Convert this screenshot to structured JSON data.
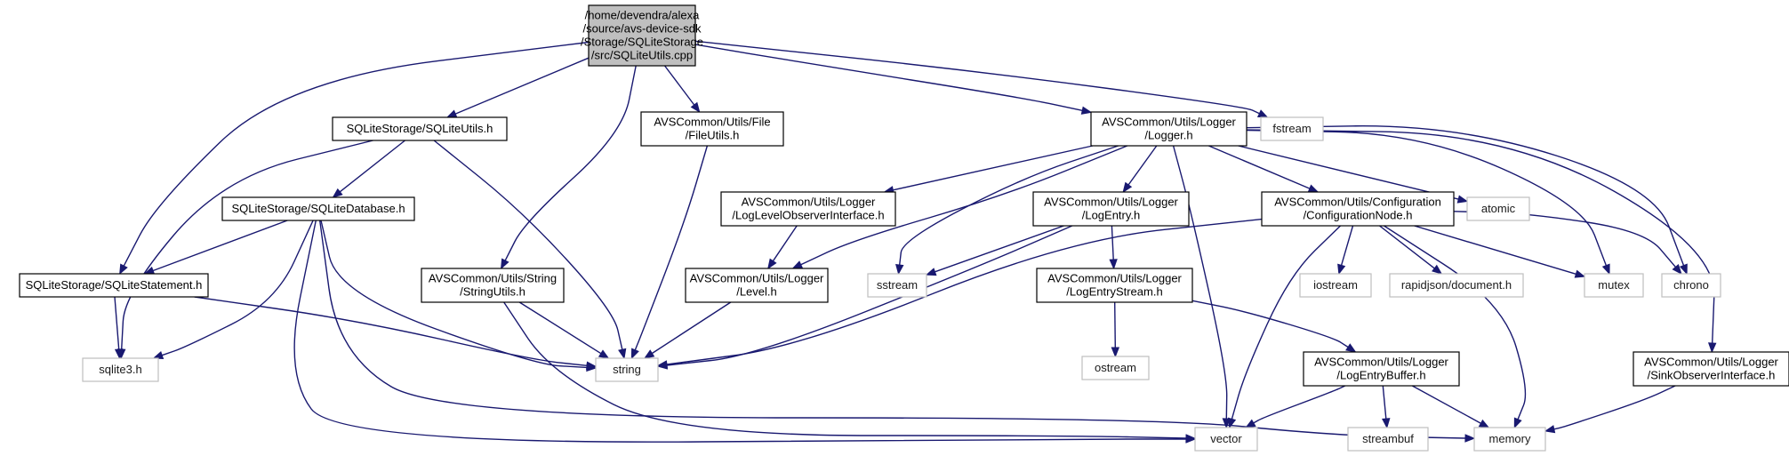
{
  "diagram": {
    "title": "",
    "colors": {
      "edge": "#191970",
      "root_fill": "#bfbfbf",
      "header_border": "#000000",
      "external_border": "#bfbfbf",
      "background": "#ffffff"
    },
    "nodes": [
      {
        "id": "root",
        "kind": "root",
        "lines": [
          "/home/devendra/alexa",
          "/source/avs-device-sdk",
          "/Storage/SQLiteStorage",
          "/src/SQLiteUtils.cpp"
        ]
      },
      {
        "id": "sqliteutils_h",
        "kind": "header",
        "lines": [
          "SQLiteStorage/SQLiteUtils.h"
        ]
      },
      {
        "id": "fileutils_h",
        "kind": "header",
        "lines": [
          "AVSCommon/Utils/File",
          "/FileUtils.h"
        ]
      },
      {
        "id": "logger_h",
        "kind": "header",
        "lines": [
          "AVSCommon/Utils/Logger",
          "/Logger.h"
        ]
      },
      {
        "id": "fstream",
        "kind": "external",
        "lines": [
          "fstream"
        ]
      },
      {
        "id": "sqlitedatabase_h",
        "kind": "header",
        "lines": [
          "SQLiteStorage/SQLiteDatabase.h"
        ]
      },
      {
        "id": "sqlitestatement_h",
        "kind": "header",
        "lines": [
          "SQLiteStorage/SQLiteStatement.h"
        ]
      },
      {
        "id": "stringutils_h",
        "kind": "header",
        "lines": [
          "AVSCommon/Utils/String",
          "/StringUtils.h"
        ]
      },
      {
        "id": "loglevelobserver_h",
        "kind": "header",
        "lines": [
          "AVSCommon/Utils/Logger",
          "/LogLevelObserverInterface.h"
        ]
      },
      {
        "id": "level_h",
        "kind": "header",
        "lines": [
          "AVSCommon/Utils/Logger",
          "/Level.h"
        ]
      },
      {
        "id": "logentry_h",
        "kind": "header",
        "lines": [
          "AVSCommon/Utils/Logger",
          "/LogEntry.h"
        ]
      },
      {
        "id": "configurationnode_h",
        "kind": "header",
        "lines": [
          "AVSCommon/Utils/Configuration",
          "/ConfigurationNode.h"
        ]
      },
      {
        "id": "atomic",
        "kind": "external",
        "lines": [
          "atomic"
        ]
      },
      {
        "id": "logentrystream_h",
        "kind": "header",
        "lines": [
          "AVSCommon/Utils/Logger",
          "/LogEntryStream.h"
        ]
      },
      {
        "id": "logentrybuffer_h",
        "kind": "header",
        "lines": [
          "AVSCommon/Utils/Logger",
          "/LogEntryBuffer.h"
        ]
      },
      {
        "id": "sinkobserver_h",
        "kind": "header",
        "lines": [
          "AVSCommon/Utils/Logger",
          "/SinkObserverInterface.h"
        ]
      },
      {
        "id": "sqlite3_h",
        "kind": "external",
        "lines": [
          "sqlite3.h"
        ]
      },
      {
        "id": "string",
        "kind": "external",
        "lines": [
          "string"
        ]
      },
      {
        "id": "sstream",
        "kind": "external",
        "lines": [
          "sstream"
        ]
      },
      {
        "id": "iostream",
        "kind": "external",
        "lines": [
          "iostream"
        ]
      },
      {
        "id": "rapidjson",
        "kind": "external",
        "lines": [
          "rapidjson/document.h"
        ]
      },
      {
        "id": "mutex",
        "kind": "external",
        "lines": [
          "mutex"
        ]
      },
      {
        "id": "chrono",
        "kind": "external",
        "lines": [
          "chrono"
        ]
      },
      {
        "id": "ostream",
        "kind": "external",
        "lines": [
          "ostream"
        ]
      },
      {
        "id": "vector",
        "kind": "external",
        "lines": [
          "vector"
        ]
      },
      {
        "id": "streambuf",
        "kind": "external",
        "lines": [
          "streambuf"
        ]
      },
      {
        "id": "memory",
        "kind": "external",
        "lines": [
          "memory"
        ]
      }
    ],
    "edges": [
      {
        "from": "root",
        "to": "sqliteutils_h"
      },
      {
        "from": "root",
        "to": "fileutils_h"
      },
      {
        "from": "root",
        "to": "logger_h"
      },
      {
        "from": "root",
        "to": "fstream"
      },
      {
        "from": "root",
        "to": "sqlitestatement_h"
      },
      {
        "from": "root",
        "to": "stringutils_h"
      },
      {
        "from": "sqliteutils_h",
        "to": "sqlitedatabase_h"
      },
      {
        "from": "sqliteutils_h",
        "to": "sqlite3_h"
      },
      {
        "from": "sqliteutils_h",
        "to": "string"
      },
      {
        "from": "sqlitedatabase_h",
        "to": "sqlitestatement_h"
      },
      {
        "from": "sqlitedatabase_h",
        "to": "sqlite3_h"
      },
      {
        "from": "sqlitedatabase_h",
        "to": "string"
      },
      {
        "from": "sqlitedatabase_h",
        "to": "vector"
      },
      {
        "from": "sqlitedatabase_h",
        "to": "memory"
      },
      {
        "from": "sqlitestatement_h",
        "to": "sqlite3_h"
      },
      {
        "from": "sqlitestatement_h",
        "to": "string"
      },
      {
        "from": "stringutils_h",
        "to": "string"
      },
      {
        "from": "stringutils_h",
        "to": "vector"
      },
      {
        "from": "fileutils_h",
        "to": "string"
      },
      {
        "from": "logger_h",
        "to": "loglevelobserver_h"
      },
      {
        "from": "logger_h",
        "to": "level_h"
      },
      {
        "from": "logger_h",
        "to": "logentry_h"
      },
      {
        "from": "logger_h",
        "to": "configurationnode_h"
      },
      {
        "from": "logger_h",
        "to": "atomic"
      },
      {
        "from": "logger_h",
        "to": "sstream"
      },
      {
        "from": "logger_h",
        "to": "vector"
      },
      {
        "from": "logger_h",
        "to": "mutex"
      },
      {
        "from": "logger_h",
        "to": "chrono"
      },
      {
        "from": "logger_h",
        "to": "sinkobserver_h"
      },
      {
        "from": "loglevelobserver_h",
        "to": "level_h"
      },
      {
        "from": "level_h",
        "to": "string"
      },
      {
        "from": "logentry_h",
        "to": "logentrystream_h"
      },
      {
        "from": "logentry_h",
        "to": "sstream"
      },
      {
        "from": "logentry_h",
        "to": "string"
      },
      {
        "from": "logentrystream_h",
        "to": "ostream"
      },
      {
        "from": "logentrystream_h",
        "to": "logentrybuffer_h"
      },
      {
        "from": "logentrybuffer_h",
        "to": "vector"
      },
      {
        "from": "logentrybuffer_h",
        "to": "streambuf"
      },
      {
        "from": "logentrybuffer_h",
        "to": "memory"
      },
      {
        "from": "configurationnode_h",
        "to": "string"
      },
      {
        "from": "configurationnode_h",
        "to": "vector"
      },
      {
        "from": "configurationnode_h",
        "to": "iostream"
      },
      {
        "from": "configurationnode_h",
        "to": "rapidjson"
      },
      {
        "from": "configurationnode_h",
        "to": "mutex"
      },
      {
        "from": "configurationnode_h",
        "to": "chrono"
      },
      {
        "from": "configurationnode_h",
        "to": "memory"
      },
      {
        "from": "sinkobserver_h",
        "to": "memory"
      }
    ]
  }
}
